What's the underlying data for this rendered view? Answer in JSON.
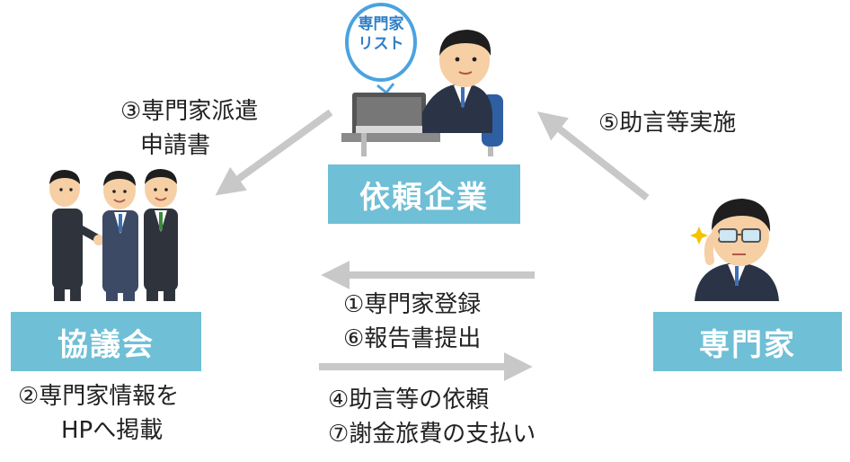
{
  "nodes": {
    "company": "依頼企業",
    "council": "協議会",
    "expert": "専門家"
  },
  "bubble": {
    "line1": "専門家",
    "line2": "リスト"
  },
  "labels": {
    "step3_line1": "③専門家派遣",
    "step3_line2": "申請書",
    "step5": "⑤助言等実施",
    "step1": "①専門家登録",
    "step6": "⑥報告書提出",
    "step4": "④助言等の依頼",
    "step7": "⑦謝金旅費の支払い",
    "step2_line1": "②専門家情報を",
    "step2_line2": "HPへ掲載"
  },
  "colors": {
    "box": "#6fbfd6",
    "arrow": "#c8c8c8",
    "bubble_border": "#4aa3df"
  }
}
